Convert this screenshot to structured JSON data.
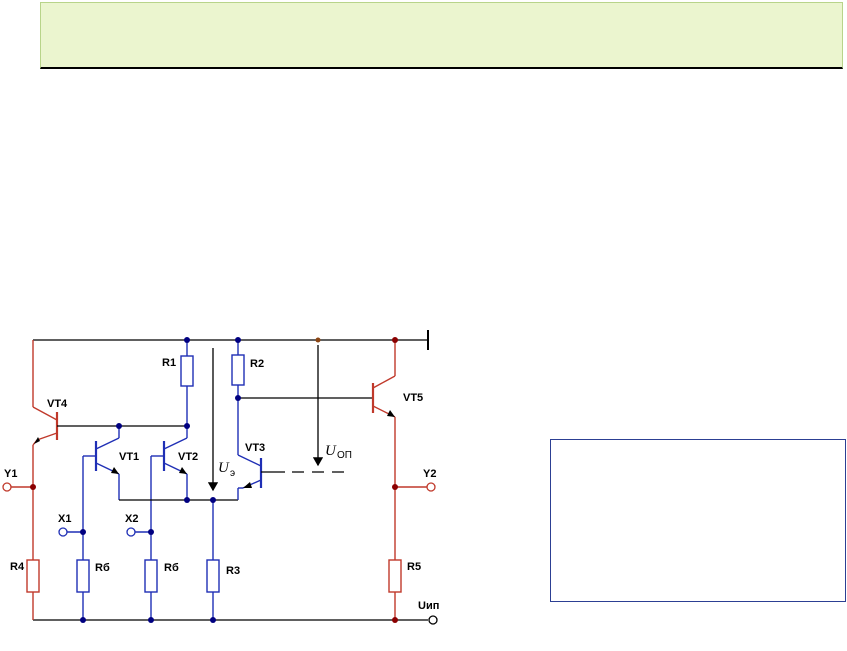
{
  "colors": {
    "power_branch": "#c0392b",
    "diff_pair_branch": "#1f2fb5",
    "rails": "#000000",
    "banner_bg": "#ebf5cf"
  },
  "labels": {
    "r1": "R1",
    "r2": "R2",
    "r3": "R3",
    "r4": "R4",
    "r5": "R5",
    "rb_left": "Rб",
    "rb_right": "Rб",
    "vt1": "VT1",
    "vt2": "VT2",
    "vt3": "VT3",
    "vt4": "VT4",
    "vt5": "VT5",
    "y1": "Y1",
    "y2": "Y2",
    "x1": "X1",
    "x2": "X2",
    "u_supply": "Uип",
    "u_e_main": "U",
    "u_e_sub": "э",
    "u_ref_main": "U",
    "u_ref_sub": "ОП"
  }
}
